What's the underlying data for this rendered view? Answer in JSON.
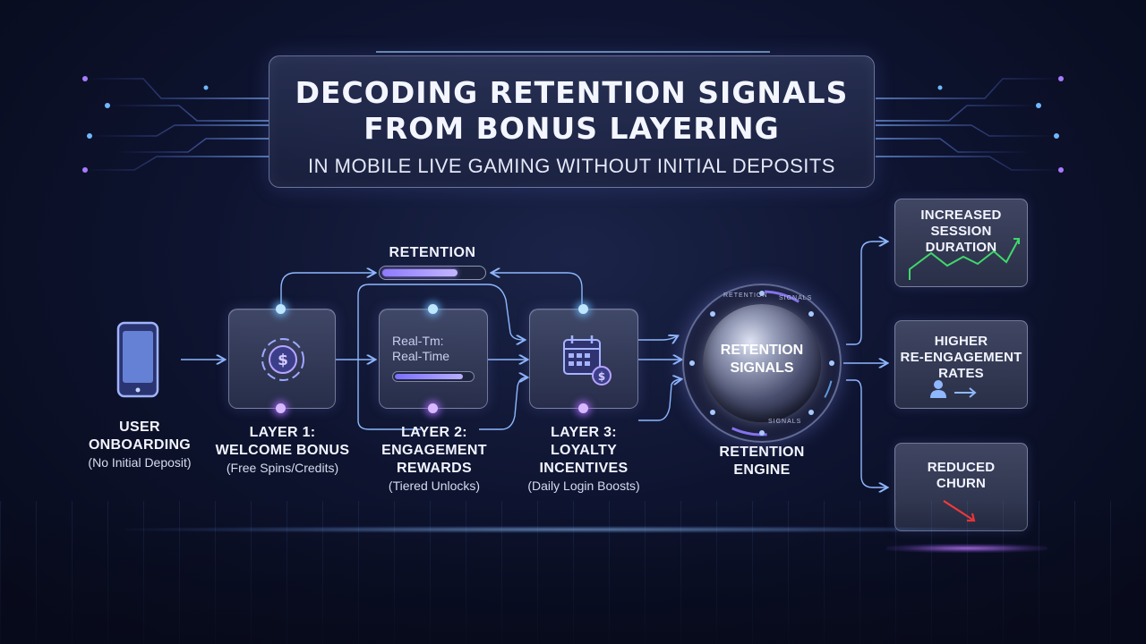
{
  "title": {
    "main_line1": "DECODING RETENTION SIGNALS",
    "main_line2": "FROM BONUS LAYERING",
    "subtitle": "IN MOBILE LIVE GAMING WITHOUT INITIAL DEPOSITS"
  },
  "onboarding": {
    "label_line1": "USER",
    "label_line2": "ONBOARDING",
    "sub": "(No Initial Deposit)"
  },
  "layers": [
    {
      "label_line1": "LAYER 1:",
      "label_line2": "WELCOME BONUS",
      "label_line3": "",
      "sub": "(Free Spins/Credits)"
    },
    {
      "label_line1": "LAYER 2:",
      "label_line2": "ENGAGEMENT",
      "label_line3": "REWARDS",
      "sub": "(Tiered Unlocks)"
    },
    {
      "label_line1": "LAYER 3:",
      "label_line2": "LOYALTY",
      "label_line3": "INCENTIVES",
      "sub": "(Daily Login Boosts)"
    }
  ],
  "layer2_card": {
    "line1": "Real-Tm:",
    "line2": "Real-Time",
    "progress": 0.88
  },
  "retention_bar": {
    "label": "RETENTION",
    "progress": 0.75
  },
  "engine": {
    "core_line1": "RETENTION",
    "core_line2": "SIGNALS",
    "ring_words": [
      "RETENTION",
      "SIGNALS",
      "SIGNALS"
    ],
    "label_line1": "RETENTION",
    "label_line2": "ENGINE"
  },
  "outcomes": [
    {
      "line1": "INCREASED",
      "line2": "SESSION",
      "line3": "DURATION",
      "icon": "trend-up-chart-icon"
    },
    {
      "line1": "HIGHER",
      "line2": "RE-ENGAGEMENT",
      "line3": "RATES",
      "icon": "user-arrow-icon"
    },
    {
      "line1": "REDUCED",
      "line2": "CHURN",
      "line3": "",
      "icon": "trend-down-arrow-icon"
    }
  ],
  "colors": {
    "background": "#0e1430",
    "accent_blue": "#6fb8ff",
    "accent_purple": "#a77bff",
    "trend_up": "#3fd86a",
    "trend_down": "#ff3b3b",
    "phone": "#8ea9ff"
  }
}
